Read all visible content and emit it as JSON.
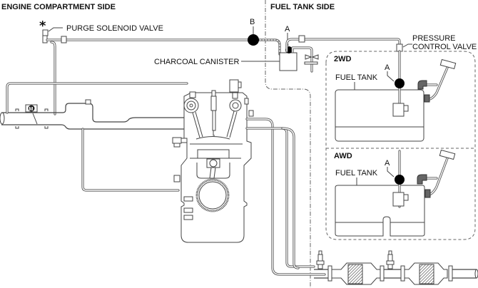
{
  "sections": {
    "engine_side": "ENGINE COMPARTMENT SIDE",
    "fuel_tank_side": "FUEL TANK SIDE"
  },
  "labels": {
    "asterisk": "*",
    "purge_solenoid_valve": "PURGE SOLENOID VALVE",
    "charcoal_canister": "CHARCOAL CANISTER",
    "pressure_control_valve_line1": "PRESSURE",
    "pressure_control_valve_line2": "CONTROL VALVE",
    "point_b": "B",
    "point_a_canister": "A",
    "point_a_2wd": "A",
    "point_a_awd": "A",
    "motor_symbol": "M"
  },
  "variants": [
    {
      "id": "2wd",
      "title": "2WD",
      "tank_label": "FUEL TANK"
    },
    {
      "id": "awd",
      "title": "AWD",
      "tank_label": "FUEL TANK"
    }
  ]
}
